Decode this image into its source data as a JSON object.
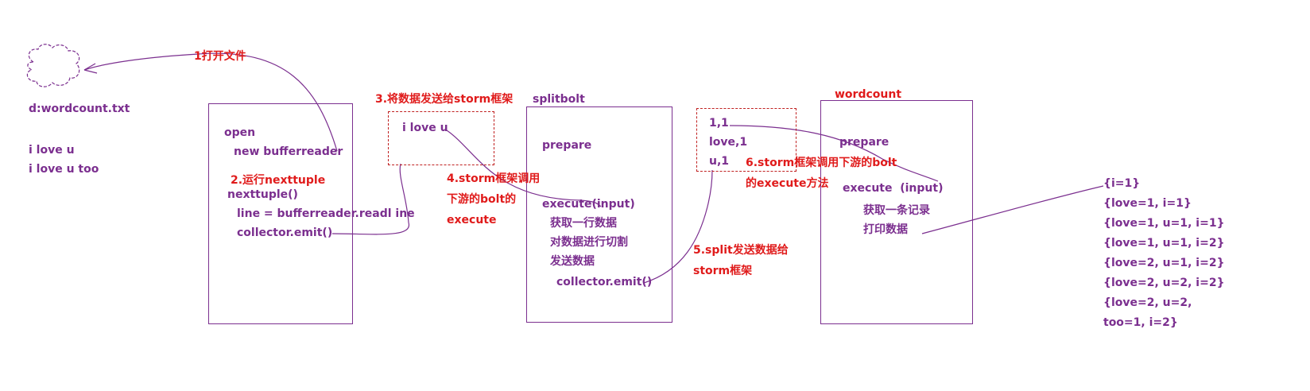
{
  "file": {
    "path": "d:wordcount.txt",
    "lines": [
      "i love u",
      "i love u too"
    ]
  },
  "spout": {
    "open": "open",
    "new_reader": "new bufferreader",
    "nexttuple": "nexttuple()",
    "line_assign": "line = bufferreader.readl ine",
    "emit": "collector.emit()"
  },
  "splitbolt": {
    "title": "splitbolt",
    "prepare": "prepare",
    "execute": "execute(input)",
    "steps": [
      "获取一行数据",
      "对数据进行切割",
      "发送数据"
    ],
    "emit": "collector.emit()"
  },
  "tuple1": {
    "value": "i love u"
  },
  "tuples2": {
    "values": [
      "1,1",
      "love,1",
      "u,1"
    ]
  },
  "wordcount": {
    "title": "wordcount",
    "prepare": "prepare",
    "execute": "execute  (input)",
    "steps": [
      "获取一条记录",
      "打印数据"
    ]
  },
  "results": [
    "{i=1}",
    "{love=1, i=1}",
    "{love=1, u=1, i=1}",
    "{love=1, u=1, i=2}",
    "{love=2, u=1, i=2}",
    "{love=2, u=2, i=2}",
    "{love=2, u=2,",
    "too=1, i=2}"
  ],
  "annotations": {
    "step1": "1打开文件",
    "step2": "2.运行nexttuple",
    "step3": "3.将数据发送给storm框架",
    "step4": [
      "4.storm框架调用",
      "下游的bolt的",
      "execute"
    ],
    "step5": [
      "5.split发送数据给",
      "storm框架"
    ],
    "step6": [
      "6.storm框架调用下游的bolt",
      "的execute方法"
    ]
  },
  "colors": {
    "purple": "#7b2f8f",
    "red": "#e01b1b"
  }
}
